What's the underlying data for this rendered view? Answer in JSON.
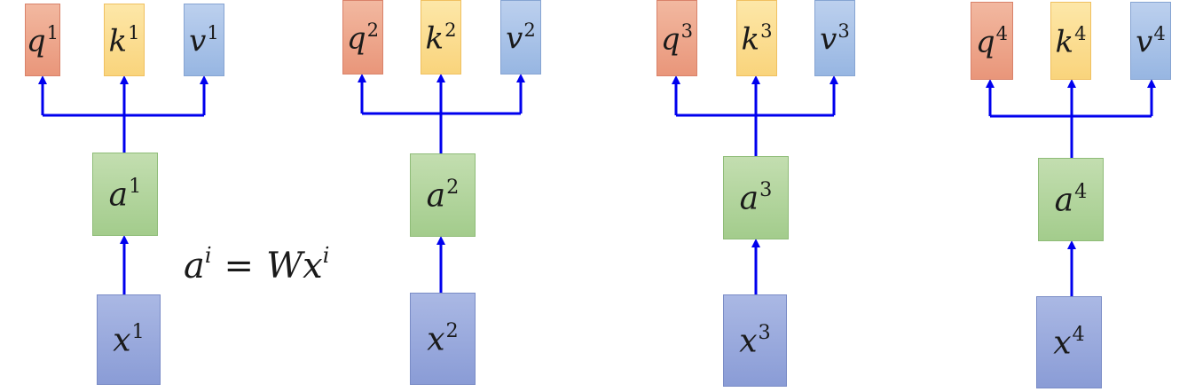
{
  "formula": {
    "lhs_base": "a",
    "lhs_sup": "i",
    "equals": "=",
    "rhs_base": "Wx",
    "rhs_sup": "i"
  },
  "groups": [
    {
      "q": "q",
      "k": "k",
      "v": "v",
      "a": "a",
      "x": "x",
      "index": "1"
    },
    {
      "q": "q",
      "k": "k",
      "v": "v",
      "a": "a",
      "x": "x",
      "index": "2"
    },
    {
      "q": "q",
      "k": "k",
      "v": "v",
      "a": "a",
      "x": "x",
      "index": "3"
    },
    {
      "q": "q",
      "k": "k",
      "v": "v",
      "a": "a",
      "x": "x",
      "index": "4"
    }
  ],
  "colors": {
    "arrow": "#0000ee",
    "query": "#e9967a",
    "key": "#f9d47c",
    "value": "#97b6e2",
    "embedding": "#a3cc8c",
    "input": "#8a9cd6"
  }
}
